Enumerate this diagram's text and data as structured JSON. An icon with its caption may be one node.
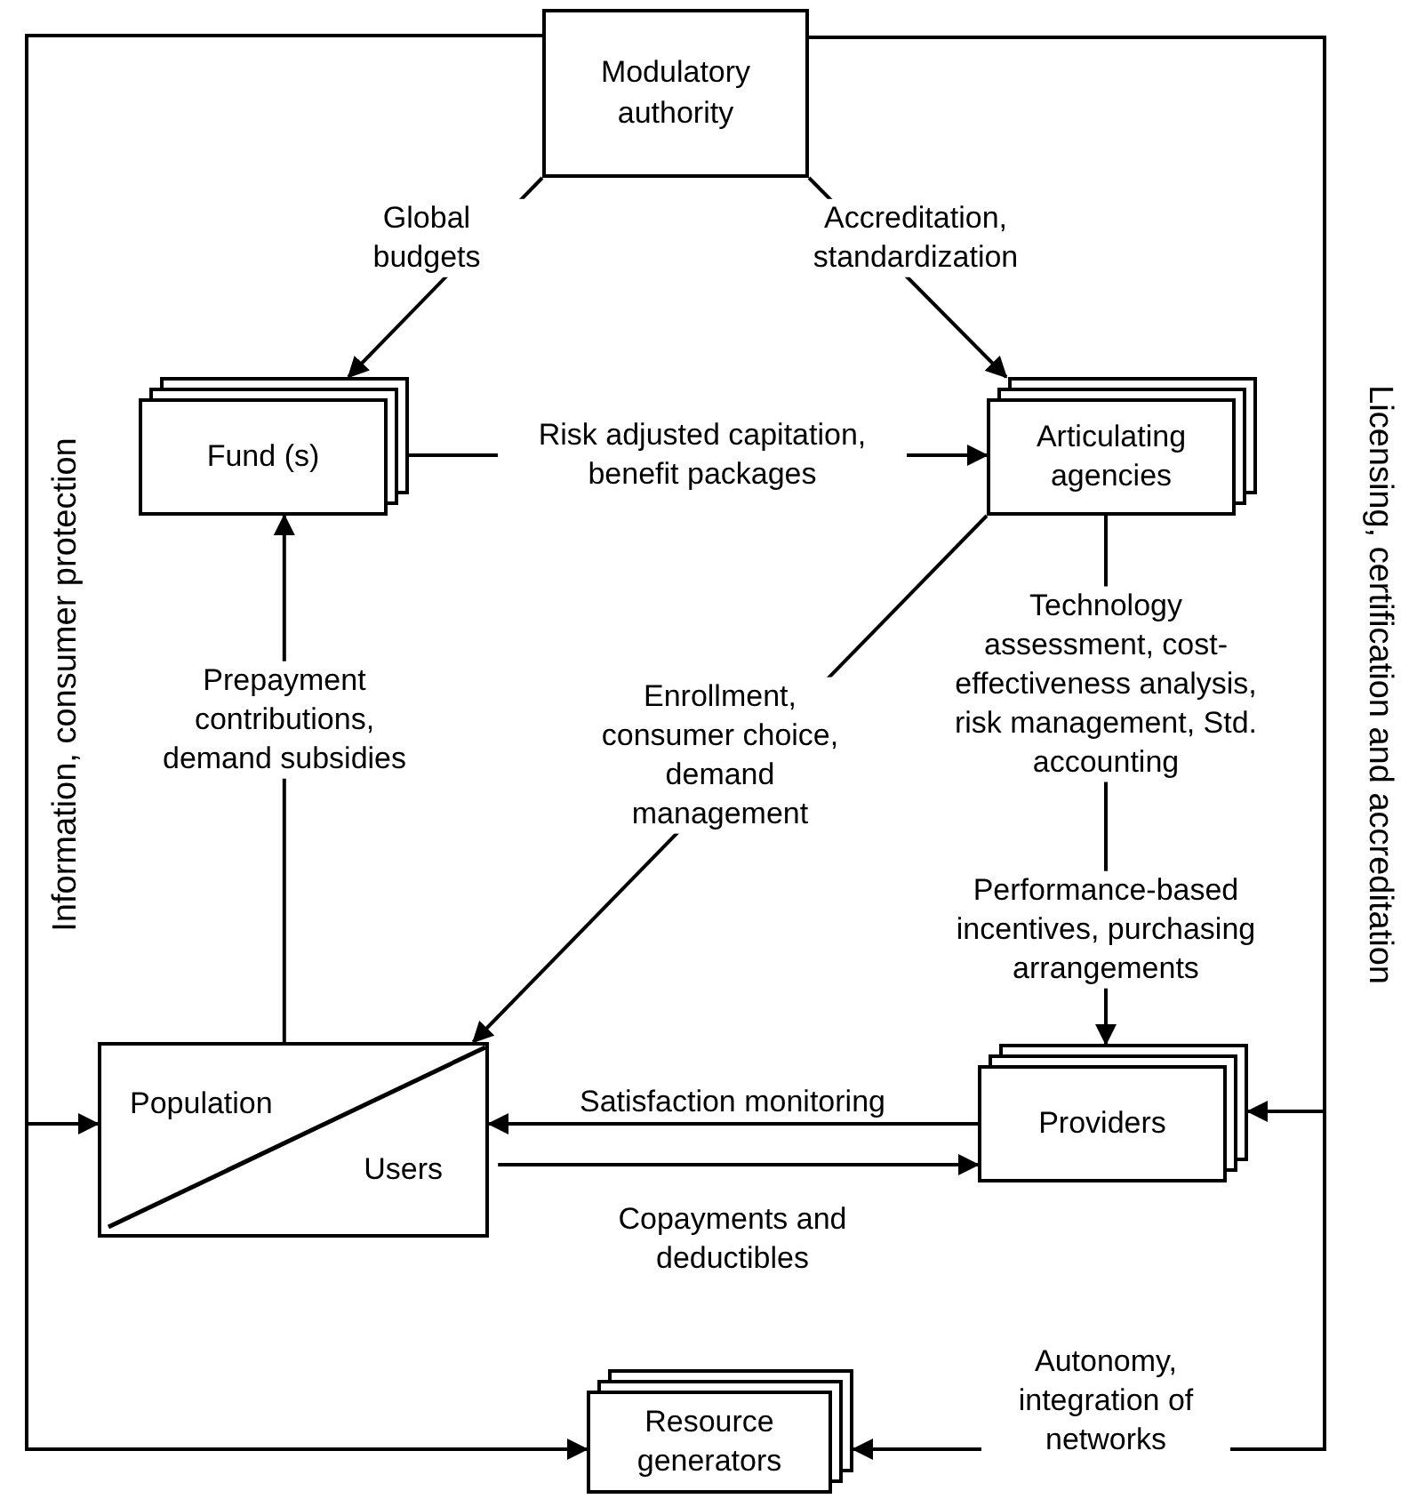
{
  "diagram": {
    "nodes": [
      {
        "text": [
          "Modulatory authority"
        ]
      },
      {
        "text": [
          "Fund (s)"
        ]
      },
      {
        "text": [
          "Articulating agencies"
        ]
      },
      {
        "text": [
          "Population",
          "Users"
        ]
      },
      {
        "text": [
          "Providers"
        ]
      },
      {
        "text": [
          "Resource generators"
        ]
      }
    ],
    "edges": [
      {
        "from": 0,
        "to": 1,
        "arrow": "to",
        "label": "Global budgets"
      },
      {
        "from": 0,
        "to": 2,
        "arrow": "to",
        "label": "Accreditation, standardization"
      },
      {
        "from": 1,
        "to": 2,
        "arrow": "to",
        "label": "Risk adjusted capitation, benefit packages"
      },
      {
        "from": 3,
        "to": 1,
        "arrow": "to",
        "label": "Prepayment contributions, demand subsidies"
      },
      {
        "from": 2,
        "to": 3,
        "arrow": "to",
        "label": "Enrollment, consumer choice, demand management"
      },
      {
        "from": 2,
        "to": 4,
        "arrow": "to",
        "label": "Technology assessment, cost-effectiveness analysis, risk management, Std. accounting"
      },
      {
        "from": 4,
        "to": 3,
        "arrow": "to",
        "label": "Satisfaction monitoring"
      },
      {
        "from": 3,
        "to": 4,
        "arrow": "to",
        "label": "Copayments and deductibles"
      },
      {
        "from": 0,
        "to": 3,
        "arrow": "to",
        "label": "Information, consumer protection"
      },
      {
        "from": 0,
        "to": 5,
        "arrow": "to"
      },
      {
        "from": 0,
        "to": 4,
        "arrow": "to",
        "label": "Licensing, certification and accreditation"
      },
      {
        "from": 0,
        "to": 5,
        "arrow": "to",
        "label": "Autonomy, integration of networks"
      }
    ],
    "labels": [
      "Performance-based incentives, purchasing arrangements"
    ]
  }
}
